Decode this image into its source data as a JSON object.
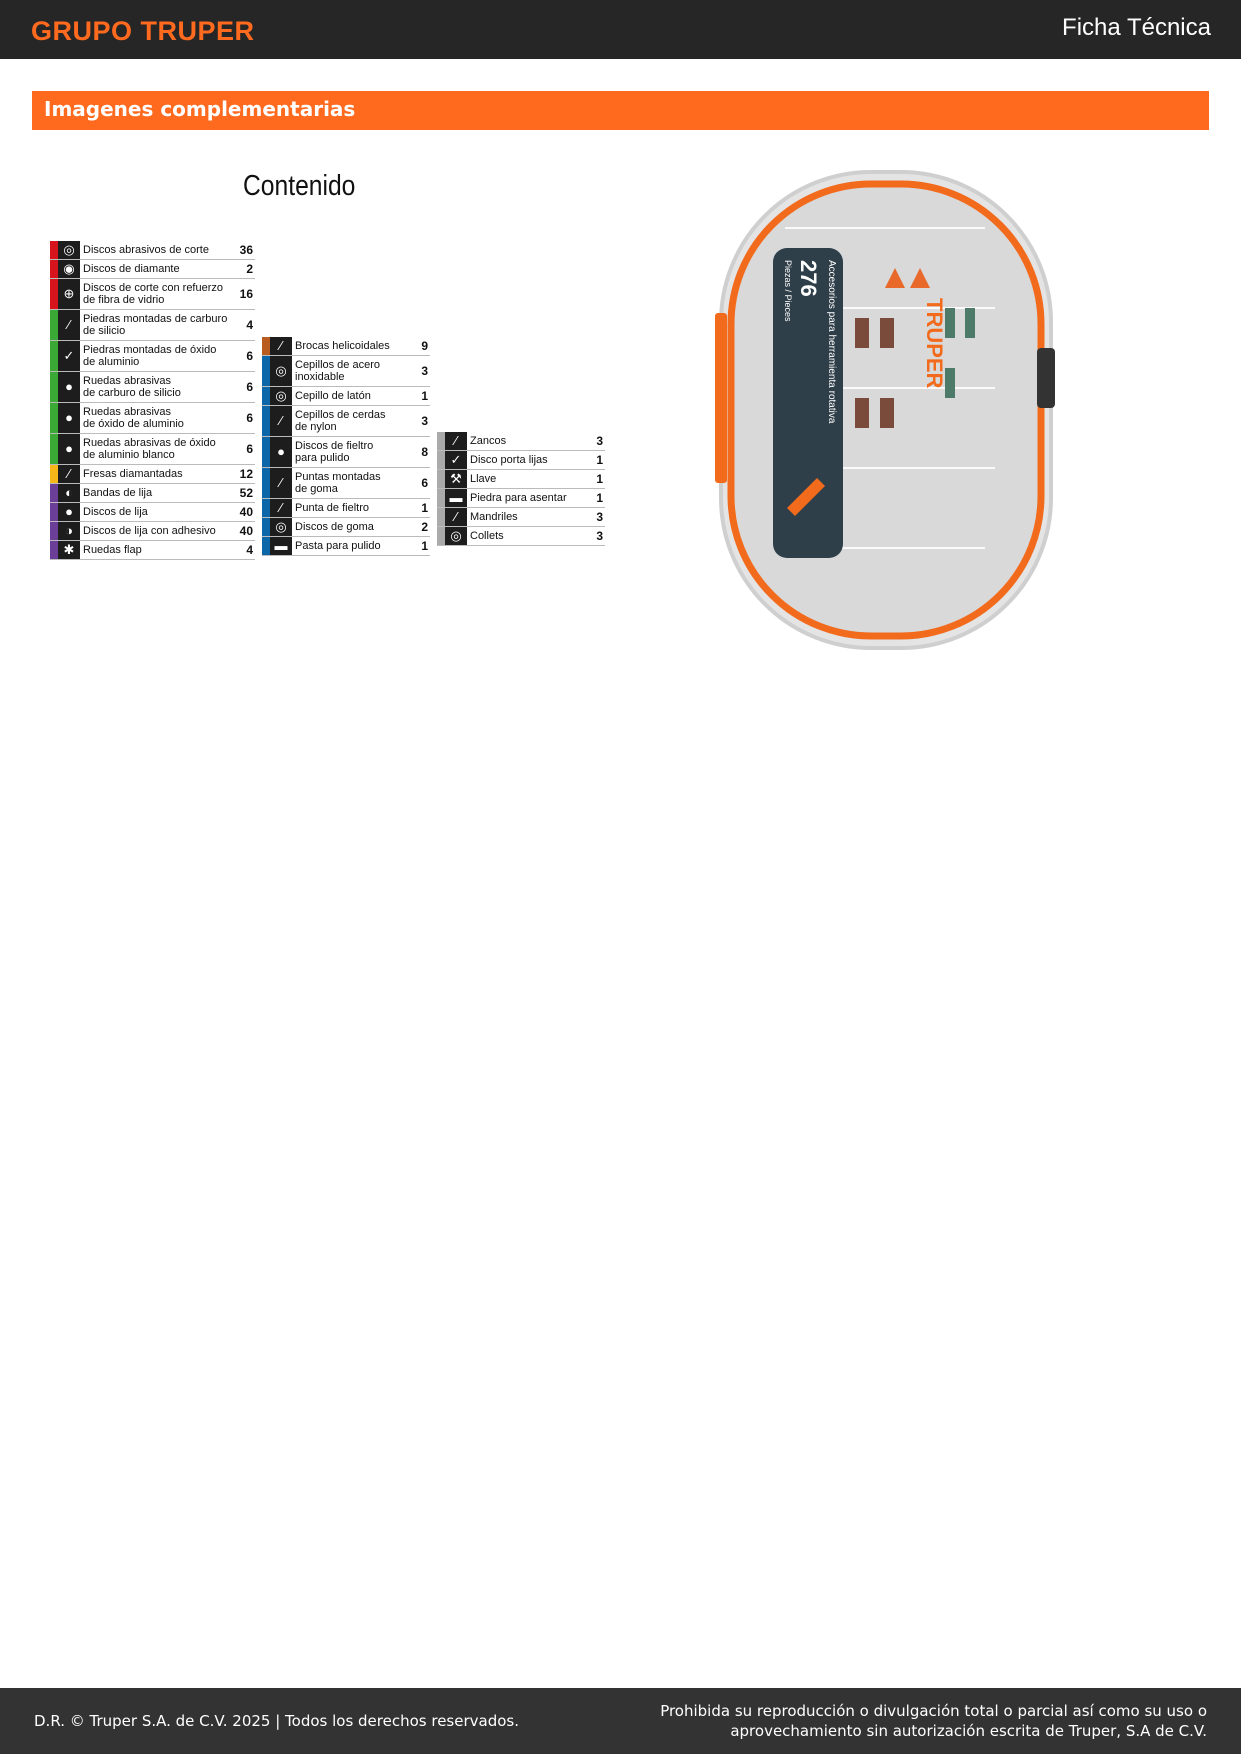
{
  "header": {
    "logo": "GRUPO TRUPER",
    "title": "Ficha Técnica"
  },
  "section": {
    "title": "Imagenes complementarias"
  },
  "contents": {
    "title": "Contenido",
    "columns": [
      [
        {
          "label": "Discos abrasivos de corte",
          "qty": "36",
          "color": "#d7141c",
          "icon": "◎"
        },
        {
          "label": "Discos de diamante",
          "qty": "2",
          "color": "#d7141c",
          "icon": "◉"
        },
        {
          "label": "Discos de corte con refuerzo\nde fibra de vidrio",
          "qty": "16",
          "color": "#d7141c",
          "icon": "⊕"
        },
        {
          "label": "Piedras montadas de carburo\nde silicio",
          "qty": "4",
          "color": "#3aa935",
          "icon": "⁄"
        },
        {
          "label": "Piedras montadas de óxido\nde aluminio",
          "qty": "6",
          "color": "#3aa935",
          "icon": "✓"
        },
        {
          "label": "Ruedas abrasivas\nde carburo de silicio",
          "qty": "6",
          "color": "#3aa935",
          "icon": "●"
        },
        {
          "label": "Ruedas abrasivas\nde óxido de aluminio",
          "qty": "6",
          "color": "#3aa935",
          "icon": "●"
        },
        {
          "label": "Ruedas abrasivas de óxido\nde aluminio blanco",
          "qty": "6",
          "color": "#3aa935",
          "icon": "●"
        },
        {
          "label": "Fresas diamantadas",
          "qty": "12",
          "color": "#f7b718",
          "icon": "⁄"
        },
        {
          "label": "Bandas de lija",
          "qty": "52",
          "color": "#6b3f98",
          "icon": "◐"
        },
        {
          "label": "Discos de lija",
          "qty": "40",
          "color": "#6b3f98",
          "icon": "●"
        },
        {
          "label": "Discos de lija con adhesivo",
          "qty": "40",
          "color": "#6b3f98",
          "icon": "◑"
        },
        {
          "label": "Ruedas flap",
          "qty": "4",
          "color": "#6b3f98",
          "icon": "✱"
        }
      ],
      [
        {
          "label": "Brocas helicoidales",
          "qty": "9",
          "color": "#b85c1f",
          "icon": "⁄"
        },
        {
          "label": "Cepillos de acero\ninoxidable",
          "qty": "3",
          "color": "#0b67a8",
          "icon": "◎"
        },
        {
          "label": "Cepillo de latón",
          "qty": "1",
          "color": "#0b67a8",
          "icon": "◎"
        },
        {
          "label": "Cepillos de cerdas\nde nylon",
          "qty": "3",
          "color": "#0b67a8",
          "icon": "⁄"
        },
        {
          "label": "Discos de fieltro\npara pulido",
          "qty": "8",
          "color": "#0b67a8",
          "icon": "●"
        },
        {
          "label": "Puntas montadas\nde goma",
          "qty": "6",
          "color": "#0b67a8",
          "icon": "⁄"
        },
        {
          "label": "Punta de fieltro",
          "qty": "1",
          "color": "#0b67a8",
          "icon": "⁄"
        },
        {
          "label": "Discos de goma",
          "qty": "2",
          "color": "#0b67a8",
          "icon": "◎"
        },
        {
          "label": "Pasta para pulido",
          "qty": "1",
          "color": "#0b67a8",
          "icon": "▬"
        }
      ],
      [
        {
          "label": "Zancos",
          "qty": "3",
          "color": "#aaaaaa",
          "icon": "⁄"
        },
        {
          "label": "Disco porta lijas",
          "qty": "1",
          "color": "#aaaaaa",
          "icon": "✓"
        },
        {
          "label": "Llave",
          "qty": "1",
          "color": "#aaaaaa",
          "icon": "⚒"
        },
        {
          "label": "Piedra para asentar",
          "qty": "1",
          "color": "#aaaaaa",
          "icon": "▬"
        },
        {
          "label": "Mandriles",
          "qty": "3",
          "color": "#aaaaaa",
          "icon": "⁄"
        },
        {
          "label": "Collets",
          "qty": "3",
          "color": "#aaaaaa",
          "icon": "◎"
        }
      ]
    ]
  },
  "product": {
    "brand": "TRUPER",
    "pieces": "276",
    "pieces_label": "Piezas / Pieces",
    "desc": "Accesorios para herramienta rotativa"
  },
  "footer": {
    "left": "D.R. © Truper S.A. de C.V. 2025 | Todos los derechos reservados.",
    "right": "Prohibida su reproducción o divulgación total o parcial así como su uso o\naprovechamiento sin autorización escrita de Truper, S.A de C.V."
  }
}
